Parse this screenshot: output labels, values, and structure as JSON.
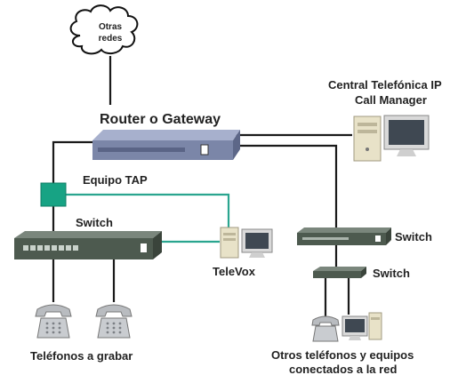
{
  "labels": {
    "cloud_line1": "Otras",
    "cloud_line2": "redes",
    "router": "Router o Gateway",
    "pbx_line1": "Central Telefónica IP",
    "pbx_line2": "Call Manager",
    "tap": "Equipo TAP",
    "switch_left": "Switch",
    "switch_right_top": "Switch",
    "switch_right_bottom": "Switch",
    "televox": "TeleVox",
    "phones_to_record": "Teléfonos a grabar",
    "others_line1": "Otros teléfonos  y equipos",
    "others_line2": "conectados  a la red"
  },
  "colors": {
    "link_black": "#1a1a1a",
    "link_tap": "#2aa58f",
    "tap_box": "#17a384",
    "router_body": "#7b86a8",
    "switch_body": "#4d5a4f"
  },
  "icons": {
    "cloud": "cloud-icon",
    "router": "router-icon",
    "tap": "tap-device-icon",
    "switch": "switch-icon",
    "phone": "telephone-icon",
    "computer": "desktop-computer-icon",
    "server": "server-tower-icon"
  }
}
